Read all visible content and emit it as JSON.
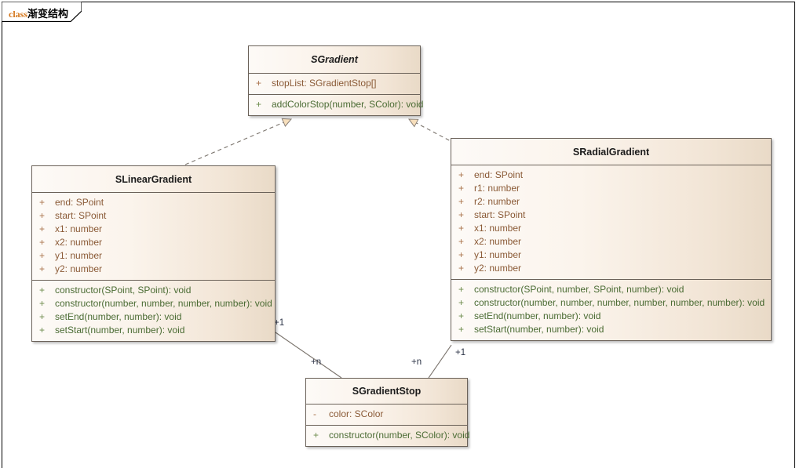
{
  "frame": {
    "stereotype": "class",
    "name": "渐变结构"
  },
  "classes": [
    {
      "id": "sgradient",
      "name": "SGradient",
      "abstract": true,
      "attributes": [
        {
          "visibility": "+",
          "text": "stopList: SGradientStop[]"
        }
      ],
      "methods": [
        {
          "visibility": "+",
          "text": "addColorStop(number, SColor): void"
        }
      ]
    },
    {
      "id": "slineargradient",
      "name": "SLinearGradient",
      "abstract": false,
      "attributes": [
        {
          "visibility": "+",
          "text": "end: SPoint"
        },
        {
          "visibility": "+",
          "text": "start: SPoint"
        },
        {
          "visibility": "+",
          "text": "x1: number"
        },
        {
          "visibility": "+",
          "text": "x2: number"
        },
        {
          "visibility": "+",
          "text": "y1: number"
        },
        {
          "visibility": "+",
          "text": "y2: number"
        }
      ],
      "methods": [
        {
          "visibility": "+",
          "text": "constructor(SPoint, SPoint): void"
        },
        {
          "visibility": "+",
          "text": "constructor(number, number, number, number): void"
        },
        {
          "visibility": "+",
          "text": "setEnd(number, number): void"
        },
        {
          "visibility": "+",
          "text": "setStart(number, number): void"
        }
      ]
    },
    {
      "id": "sradialgradient",
      "name": "SRadialGradient",
      "abstract": false,
      "attributes": [
        {
          "visibility": "+",
          "text": "end: SPoint"
        },
        {
          "visibility": "+",
          "text": "r1: number"
        },
        {
          "visibility": "+",
          "text": "r2: number"
        },
        {
          "visibility": "+",
          "text": "start: SPoint"
        },
        {
          "visibility": "+",
          "text": "x1: number"
        },
        {
          "visibility": "+",
          "text": "x2: number"
        },
        {
          "visibility": "+",
          "text": "y1: number"
        },
        {
          "visibility": "+",
          "text": "y2: number"
        }
      ],
      "methods": [
        {
          "visibility": "+",
          "text": "constructor(SPoint, number, SPoint, number): void"
        },
        {
          "visibility": "+",
          "text": "constructor(number, number, number, number, number, number): void"
        },
        {
          "visibility": "+",
          "text": "setEnd(number, number): void"
        },
        {
          "visibility": "+",
          "text": "setStart(number, number): void"
        }
      ]
    },
    {
      "id": "sgradientstop",
      "name": "SGradientStop",
      "abstract": false,
      "attributes": [
        {
          "visibility": "-",
          "text": "color: SColor"
        }
      ],
      "methods": [
        {
          "visibility": "+",
          "text": "constructor(number, SColor): void"
        }
      ]
    }
  ],
  "relationships": [
    {
      "kind": "realization",
      "from": "SLinearGradient",
      "to": "SGradient"
    },
    {
      "kind": "realization",
      "from": "SRadialGradient",
      "to": "SGradient"
    },
    {
      "kind": "association",
      "from": "SLinearGradient",
      "to": "SGradientStop",
      "source_multiplicity": "+1",
      "target_multiplicity": "+n"
    },
    {
      "kind": "association",
      "from": "SRadialGradient",
      "to": "SGradientStop",
      "source_multiplicity": "+1",
      "target_multiplicity": "+n"
    }
  ],
  "multiplicity_labels": [
    {
      "text": "+1"
    },
    {
      "text": "+n"
    },
    {
      "text": "+n"
    },
    {
      "text": "+1"
    }
  ],
  "colors": {
    "box_border": "#6b6259",
    "box_fill_left": "#fdfaf7",
    "box_fill_right": "#e9dac7",
    "attribute_text": "#8a5a36",
    "method_text": "#4a6b33",
    "title_text": "#1b1b1b",
    "stereotype_text": "#d4761a",
    "link_line": "#7a736c",
    "multiplicity_text": "#2b3245"
  }
}
